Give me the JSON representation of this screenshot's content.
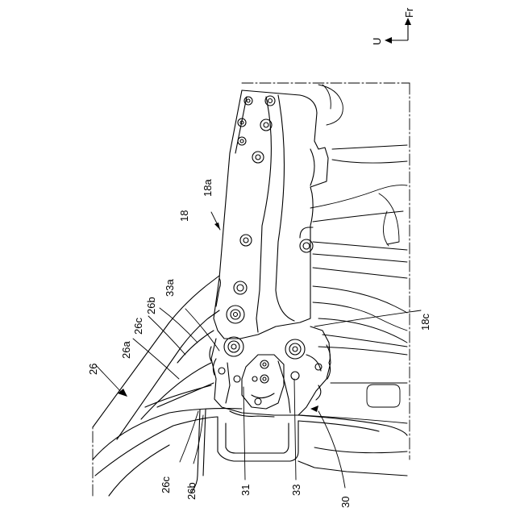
{
  "compass": {
    "front": "Fr",
    "up": "U"
  },
  "labels": {
    "l18": "18",
    "l18a": "18a",
    "l18c": "18c",
    "l26": "26",
    "l26a": "26a",
    "l26b_top": "26b",
    "l26c_top": "26c",
    "l26c_bottom": "26c",
    "l26b_bottom": "26b",
    "l33a": "33a",
    "l31": "31",
    "l33": "33",
    "l30": "30"
  }
}
